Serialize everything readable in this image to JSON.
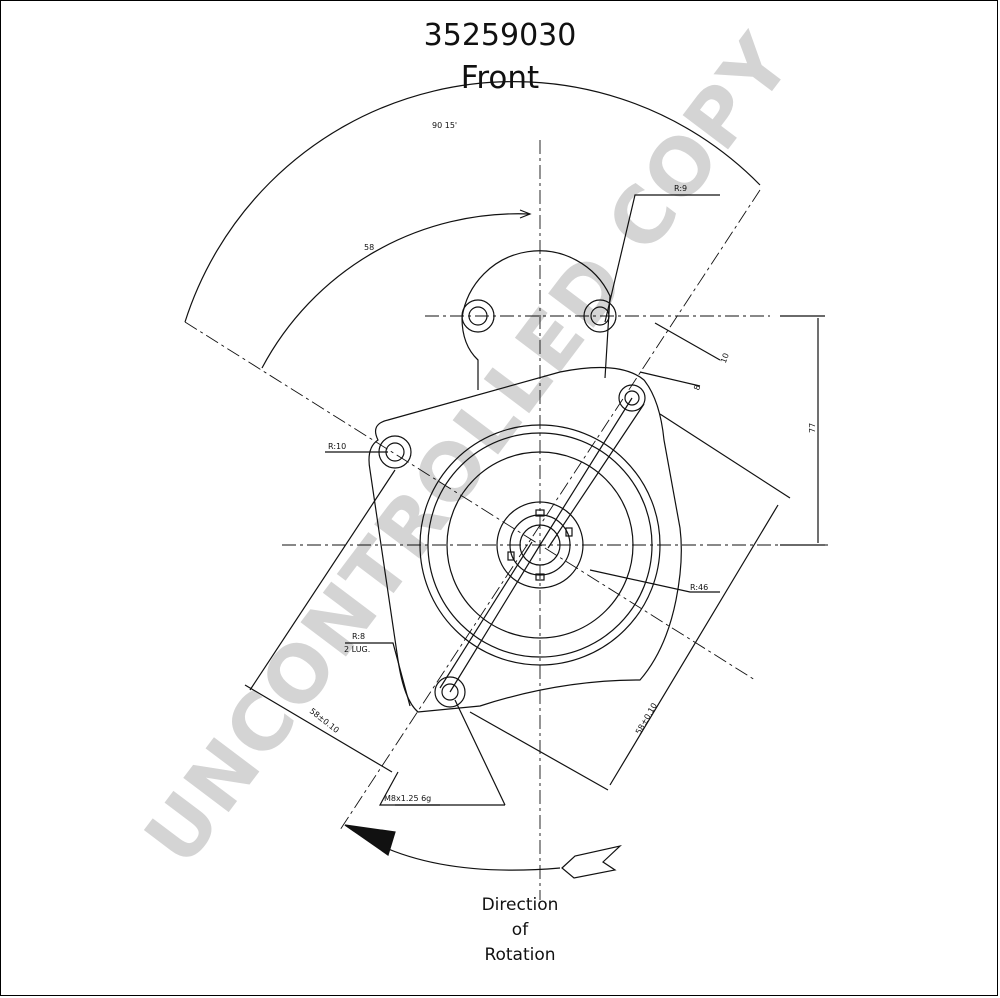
{
  "header": {
    "part_number": "35259030",
    "view": "Front"
  },
  "watermark": "UNCONTROLLED COPY",
  "dimensions": {
    "angle_top": "90   15'",
    "arc_58": "58",
    "r9": "R:9",
    "r10": "R:10",
    "r46": "R:46",
    "r8": "R:8",
    "lugs": "2 LUG.",
    "d10": "10",
    "d8": "8",
    "d77": "77",
    "d58_left": "58±0.10",
    "d58_right": "58±0.10",
    "thread": "M8x1.25 6g"
  },
  "rotation": {
    "line1": "Direction",
    "line2": "of",
    "line3": "Rotation"
  }
}
